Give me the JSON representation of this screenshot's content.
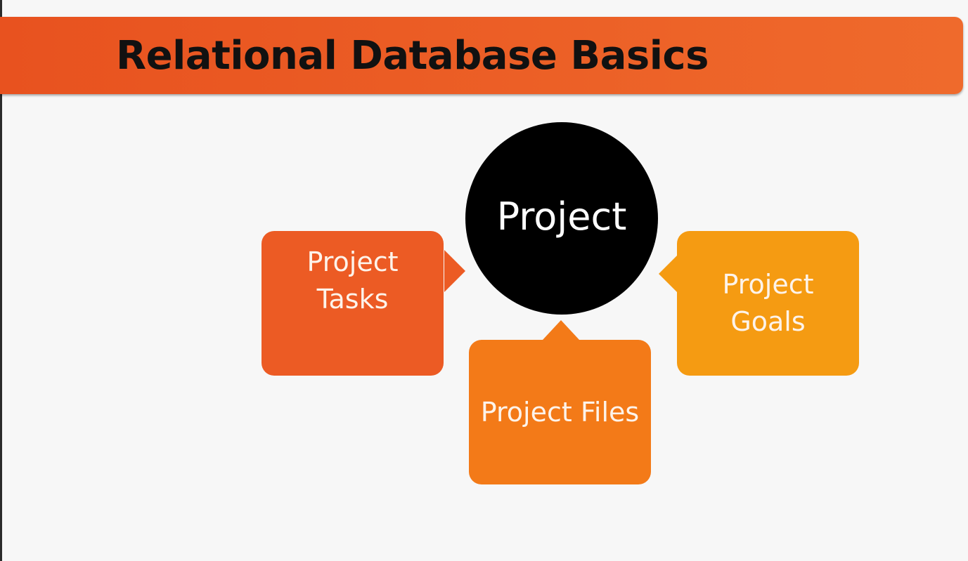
{
  "slide": {
    "title": "Relational Database Basics"
  },
  "diagram": {
    "hub": {
      "label": "Project"
    },
    "nodes": [
      {
        "label_line1": "Project",
        "label_line2": "Tasks"
      },
      {
        "label_line1": "Project Files"
      },
      {
        "label_line1": "Project",
        "label_line2": "Goals"
      }
    ]
  },
  "colors": {
    "title_bar_start": "#e8521f",
    "title_bar_end": "#ef6a2c",
    "tasks": "#ec5b24",
    "files": "#f37a18",
    "goals": "#f59b12",
    "hub": "#000000",
    "background": "#f7f7f7"
  }
}
